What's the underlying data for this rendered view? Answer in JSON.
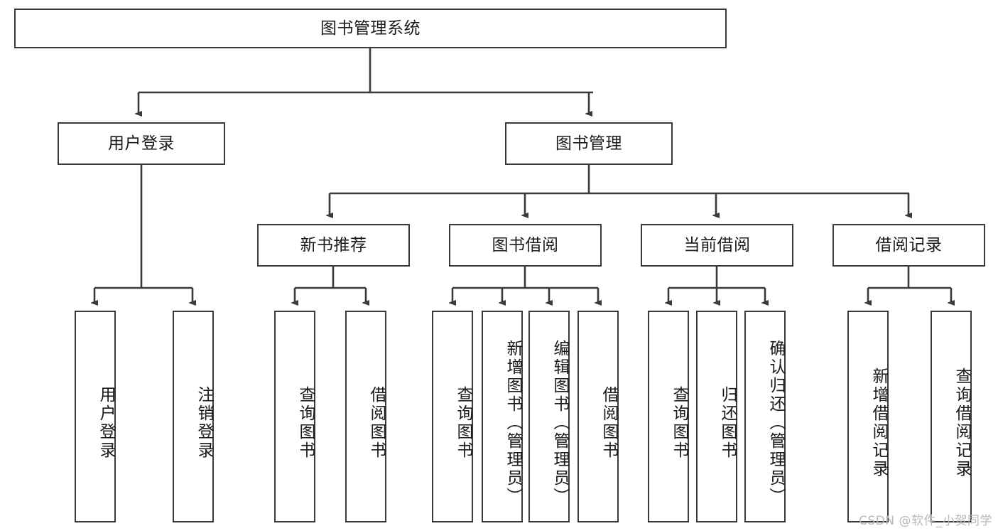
{
  "diagram": {
    "title": "图书管理系统",
    "type": "tree-hierarchy-diagram",
    "root": {
      "label": "图书管理系统"
    },
    "level2": [
      {
        "label": "用户登录"
      },
      {
        "label": "图书管理"
      }
    ],
    "level3": [
      {
        "label": "新书推荐"
      },
      {
        "label": "图书借阅"
      },
      {
        "label": "当前借阅"
      },
      {
        "label": "借阅记录"
      }
    ],
    "leaves_user_login": [
      {
        "label": "用户登录"
      },
      {
        "label": "注销登录"
      }
    ],
    "leaves_new_book": [
      {
        "label": "查询图书"
      },
      {
        "label": "借阅图书"
      }
    ],
    "leaves_borrow": [
      {
        "label": "查询图书"
      },
      {
        "label": "新增图书（管理员）"
      },
      {
        "label": "编辑图书（管理员）"
      },
      {
        "label": "借阅图书"
      }
    ],
    "leaves_current": [
      {
        "label": "查询图书"
      },
      {
        "label": "归还图书"
      },
      {
        "label": "确认归还（管理员）"
      }
    ],
    "leaves_records": [
      {
        "label": "新增借阅记录"
      },
      {
        "label": "查询借阅记录"
      }
    ]
  },
  "watermark": {
    "text": "CSDN @软件_小贺同学"
  },
  "colors": {
    "border": "#3a3a3a",
    "text": "#1a1a1a",
    "background": "#ffffff",
    "watermark": "#b9b9b9"
  }
}
